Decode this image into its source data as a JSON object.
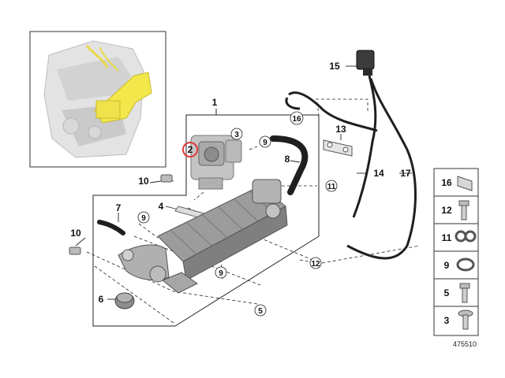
{
  "diagram": {
    "figure_number": "475510",
    "highlighted_callout": "2",
    "highlight_color": "#e23a3a",
    "engine_highlight_color": "#f2e84b",
    "callouts": [
      {
        "id": "c1",
        "text": "1"
      },
      {
        "id": "c2",
        "text": "2"
      },
      {
        "id": "c3",
        "text": "3"
      },
      {
        "id": "c4",
        "text": "4"
      },
      {
        "id": "c5",
        "text": "5"
      },
      {
        "id": "c6",
        "text": "6"
      },
      {
        "id": "c7",
        "text": "7"
      },
      {
        "id": "c8",
        "text": "8"
      },
      {
        "id": "c9a",
        "text": "9"
      },
      {
        "id": "c9b",
        "text": "9"
      },
      {
        "id": "c9c",
        "text": "9"
      },
      {
        "id": "c10a",
        "text": "10"
      },
      {
        "id": "c10b",
        "text": "10"
      },
      {
        "id": "c11",
        "text": "11"
      },
      {
        "id": "c12",
        "text": "12"
      },
      {
        "id": "c13",
        "text": "13"
      },
      {
        "id": "c14",
        "text": "14"
      },
      {
        "id": "c15",
        "text": "15"
      },
      {
        "id": "c16",
        "text": "16"
      },
      {
        "id": "c17",
        "text": "17"
      }
    ],
    "legend": [
      {
        "text": "16",
        "icon": "clip-icon"
      },
      {
        "text": "12",
        "icon": "bolt-icon"
      },
      {
        "text": "11",
        "icon": "double-clip-icon"
      },
      {
        "text": "9",
        "icon": "hose-clamp-icon"
      },
      {
        "text": "5",
        "icon": "screw-icon"
      },
      {
        "text": "3",
        "icon": "flange-screw-icon"
      }
    ]
  }
}
